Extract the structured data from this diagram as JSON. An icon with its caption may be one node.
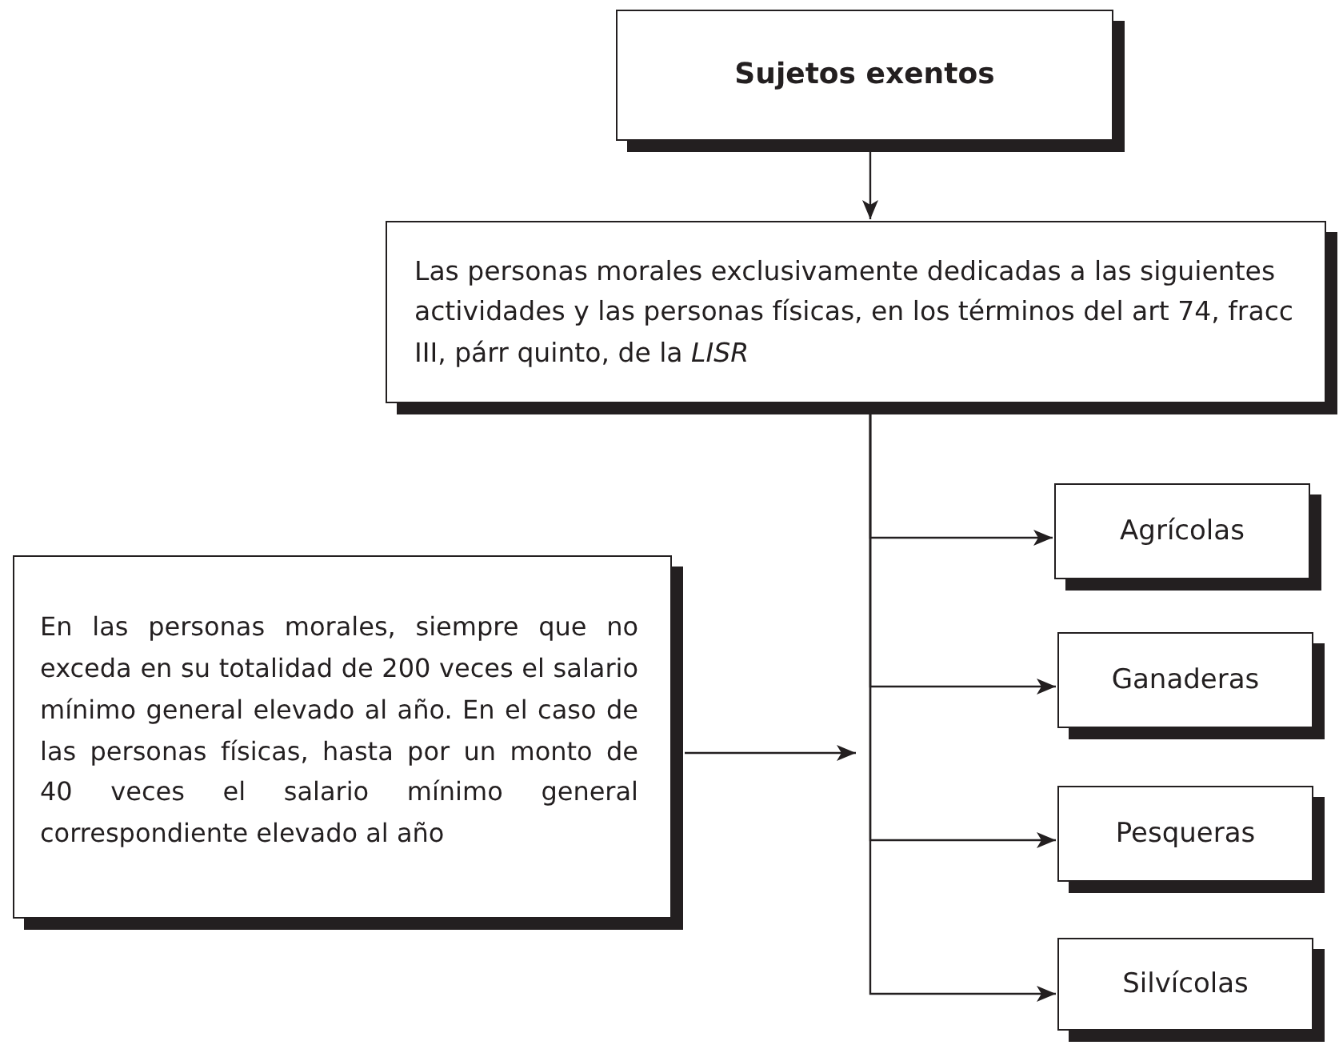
{
  "diagram": {
    "nodes": [
      {
        "text": [
          "Sujetos exentos"
        ]
      },
      {
        "text": [
          "Las personas morales exclusivamente dedicadas a las siguientes actividades y las personas físicas, en los términos del art 74, fracc III, párr quinto, de la *LISR*"
        ]
      },
      {
        "text": [
          "Agrícolas"
        ]
      },
      {
        "text": [
          "En las personas morales, siempre que no exceda en su totalidad de 200 veces el salario mínimo general elevado al año. En el caso de las personas físicas, hasta por un monto de 40 veces el salario mínimo general correspondiente elevado al año"
        ]
      },
      {
        "text": [
          "Ganaderas"
        ]
      },
      {
        "text": [
          "Pesqueras"
        ]
      },
      {
        "text": [
          "Silvícolas"
        ]
      }
    ],
    "edges": [
      {
        "from": 0,
        "to": 1,
        "arrow": "to"
      },
      {
        "from": 1,
        "to": 2,
        "arrow": "to"
      },
      {
        "from": 1,
        "to": 4,
        "arrow": "to"
      },
      {
        "from": 1,
        "to": 5,
        "arrow": "to"
      },
      {
        "from": 1,
        "to": 6,
        "arrow": "to"
      },
      {
        "from": 3,
        "to": null,
        "arrow": "to"
      }
    ]
  }
}
